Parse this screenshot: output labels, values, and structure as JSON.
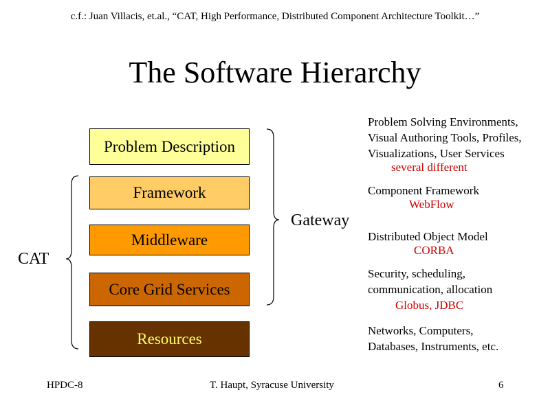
{
  "citation": "c.f.: Juan Villacis, et.al., “CAT, High Performance, Distributed Component Architecture Toolkit…”",
  "title": "The Software Hierarchy",
  "layers": [
    {
      "label": "Problem Description",
      "color": "#ffff99"
    },
    {
      "label": "Framework",
      "color": "#ffcc66"
    },
    {
      "label": "Middleware",
      "color": "#ff9900"
    },
    {
      "label": "Core Grid Services",
      "color": "#cc6600"
    },
    {
      "label": "Resources",
      "color": "#663300",
      "text_color": "#ffff66"
    }
  ],
  "cat_label": "CAT",
  "gateway_label": "Gateway",
  "descriptions": [
    {
      "lines": [
        "Problem Solving Environments,",
        "Visual Authoring Tools, Profiles,",
        "Visualizations, User Services"
      ],
      "tech": "several different"
    },
    {
      "lines": [
        "Component Framework"
      ],
      "tech": "WebFlow"
    },
    {
      "lines": [
        "Distributed Object Model"
      ],
      "tech": "CORBA"
    },
    {
      "lines": [
        "Security, scheduling,",
        "communication, allocation"
      ],
      "tech": "Globus, JDBC"
    },
    {
      "lines": [
        "Networks, Computers,",
        "Databases, Instruments, etc."
      ],
      "tech": ""
    }
  ],
  "tech_color": "#cc0000",
  "footer": {
    "left": "HPDC-8",
    "center": "T. Haupt, Syracuse University",
    "page": "6"
  }
}
